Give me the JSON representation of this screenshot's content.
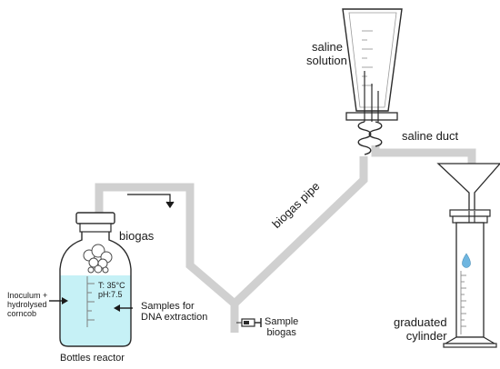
{
  "labels": {
    "saline_solution_line1": "saline",
    "saline_solution_line2": "solution",
    "saline_duct": "saline duct",
    "biogas": "biogas",
    "biogas_pipe": "biogas pipe",
    "temperature": "T: 35°C",
    "ph": "pH:7.5",
    "inoculum_line1": "Inoculum +",
    "inoculum_line2": "hydrolysed",
    "inoculum_line3": "corncob",
    "samples_dna_line1": "Samples for",
    "samples_dna_line2": "DNA extraction",
    "sample_biogas_line1": "Sample",
    "sample_biogas_line2": "biogas",
    "graduated_cylinder_line1": "graduated",
    "graduated_cylinder_line2": "cylinder",
    "bottles_reactor": "Bottles reactor"
  },
  "icons": {
    "gas_bubbles": "cloud-bubbles-icon",
    "syringe": "syringe-icon",
    "flow_arrow": "right-down-arrow-icon",
    "droplet": "water-drop-icon",
    "coil": "spring-coil-icon"
  },
  "colors": {
    "pipe": "#d0d0d0",
    "liquid": "#c6f1f6",
    "droplet": "#6fb6e0",
    "outline": "#2b2b2b",
    "glass": "#ffffff"
  }
}
